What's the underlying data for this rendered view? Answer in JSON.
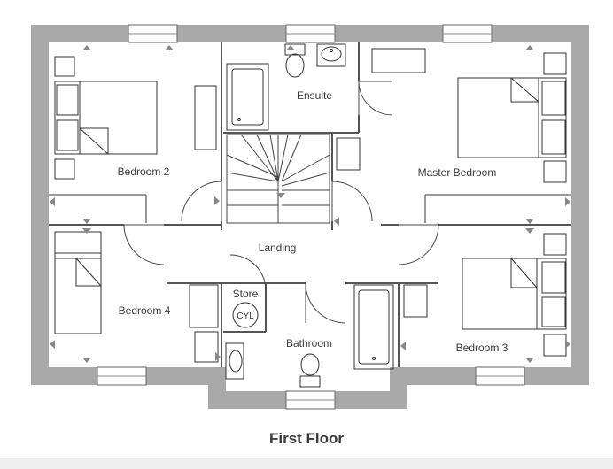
{
  "floor_title": "First Floor",
  "rooms": {
    "bedroom2": "Bedroom 2",
    "ensuite": "Ensuite",
    "master": "Master Bedroom",
    "landing": "Landing",
    "store": "Store",
    "cyl": "CYL",
    "bedroom4": "Bedroom 4",
    "bathroom": "Bathroom",
    "bedroom3": "Bedroom 3"
  },
  "colors": {
    "wall": "#a9a9a9",
    "line": "#555555",
    "fixture": "#333333"
  }
}
